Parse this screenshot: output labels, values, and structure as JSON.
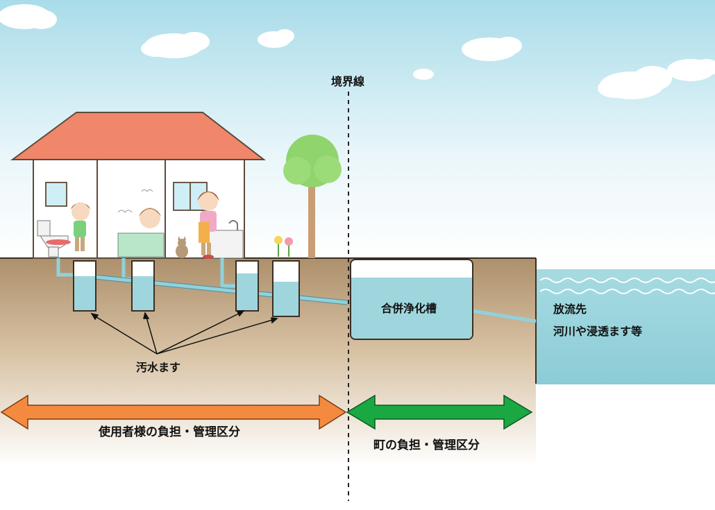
{
  "labels": {
    "boundary_line": "境界線",
    "septic_tank": "合併浄化槽",
    "outflow_title": "放流先",
    "outflow_detail": "河川や浸透ます等",
    "sewage_basin": "汚水ます",
    "user_responsibility": "使用者様の負担・管理区分",
    "town_responsibility": "町の負担・管理区分"
  },
  "colors": {
    "sky_top": "#a9dce9",
    "roof": "#f0866a",
    "ground": "#b79c7c",
    "water": "#9fd6de",
    "user_arrow": "#f48a40",
    "town_arrow": "#1aa842",
    "tree": "#8fd46c"
  }
}
